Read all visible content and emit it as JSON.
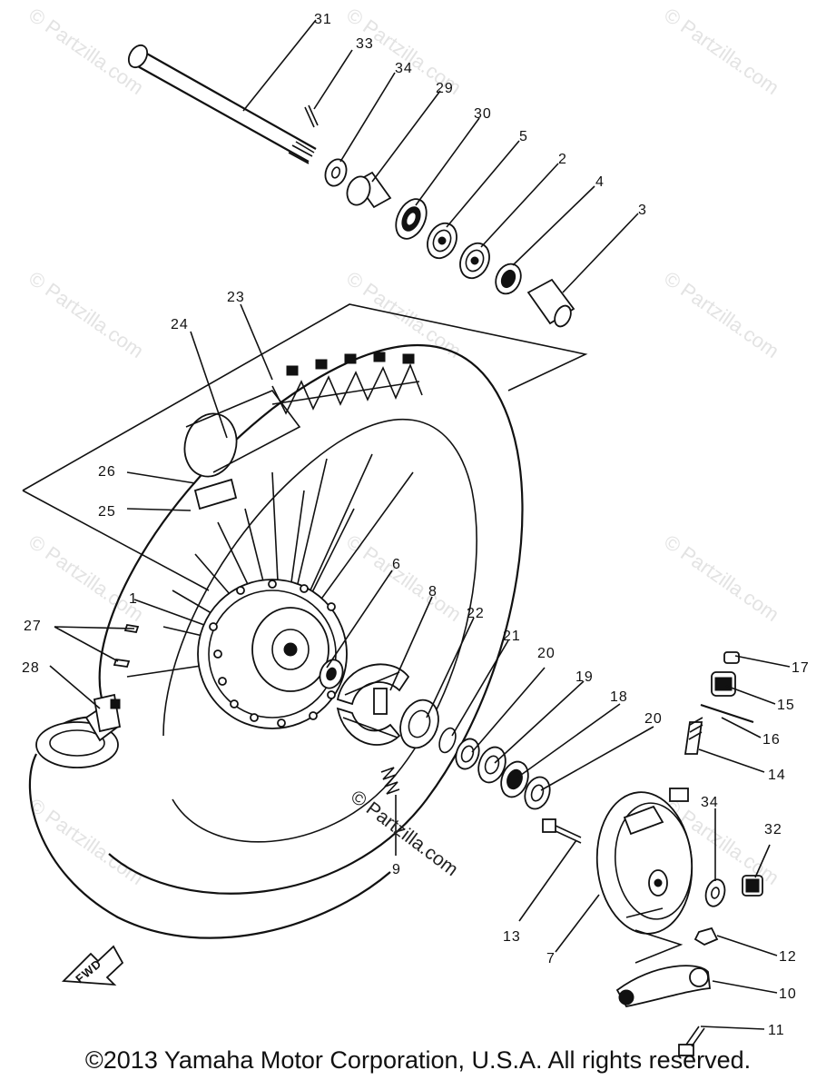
{
  "watermark": "© Partzilla.com",
  "copyright": "©2013 Yamaha Motor Corporation, U.S.A. All rights reserved.",
  "fwd_label": "FWD",
  "part_numbers": {
    "p1": "1",
    "p2": "2",
    "p3": "3",
    "p4": "4",
    "p5": "5",
    "p6": "6",
    "p7": "7",
    "p8": "8",
    "p9": "9",
    "p10": "10",
    "p11": "11",
    "p12": "12",
    "p13": "13",
    "p14": "14",
    "p15": "15",
    "p16": "16",
    "p17": "17",
    "p18": "18",
    "p19": "19",
    "p20a": "20",
    "p20b": "20",
    "p21": "21",
    "p22": "22",
    "p23": "23",
    "p24": "24",
    "p25": "25",
    "p26": "26",
    "p27": "27",
    "p28": "28",
    "p29": "29",
    "p30": "30",
    "p31": "31",
    "p32": "32",
    "p33": "33",
    "p34a": "34",
    "p34b": "34"
  }
}
